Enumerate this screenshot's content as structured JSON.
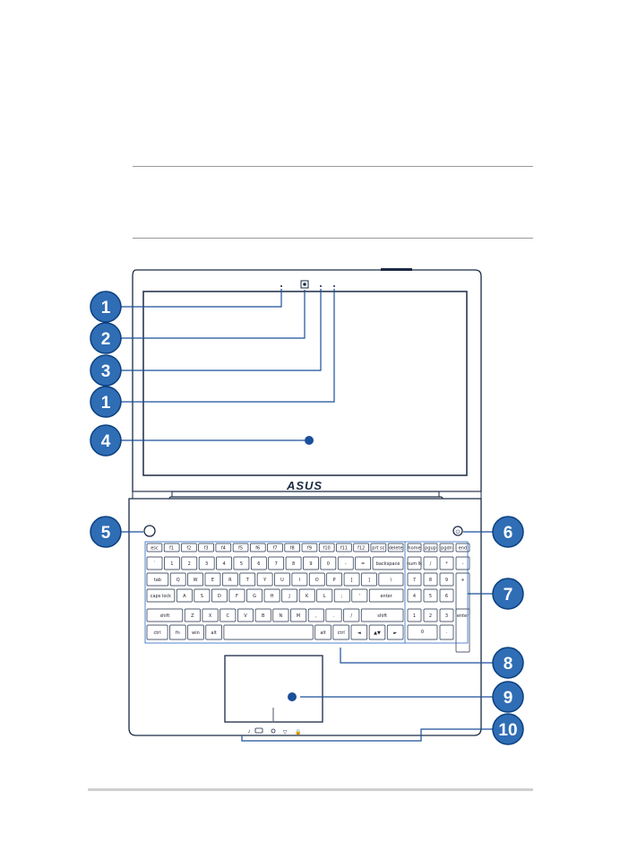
{
  "brand": {
    "logo_text": "ASUS"
  },
  "colors": {
    "callout_fill": "#2f6db5",
    "callout_stroke": "#0b3f7e",
    "leader": "#1a4f9a",
    "outline": "#1b2a44",
    "key_outline": "#2866c0"
  },
  "callouts": [
    {
      "label": "1",
      "target": "microphone-left"
    },
    {
      "label": "2",
      "target": "webcam"
    },
    {
      "label": "3",
      "target": "camera-indicator"
    },
    {
      "label": "1",
      "target": "microphone-right"
    },
    {
      "label": "4",
      "target": "display-panel"
    },
    {
      "label": "5",
      "target": "fingerprint-or-button-left"
    },
    {
      "label": "6",
      "target": "power-button"
    },
    {
      "label": "7",
      "target": "numeric-keypad"
    },
    {
      "label": "8",
      "target": "keyboard"
    },
    {
      "label": "9",
      "target": "touchpad"
    },
    {
      "label": "10",
      "target": "status-indicators"
    }
  ],
  "keyboard": {
    "row1": [
      "esc",
      "f1",
      "f2",
      "f3",
      "f4",
      "f5",
      "f6",
      "f7",
      "f8",
      "f9",
      "f10",
      "f11",
      "f12",
      "prt sc",
      "delete"
    ],
    "row2": [
      "`",
      "1",
      "2",
      "3",
      "4",
      "5",
      "6",
      "7",
      "8",
      "9",
      "0",
      "-",
      "=",
      "backspace"
    ],
    "row3": [
      "tab",
      "Q",
      "W",
      "E",
      "R",
      "T",
      "Y",
      "U",
      "I",
      "O",
      "P",
      "[",
      "]",
      "\\"
    ],
    "row4": [
      "caps lock",
      "A",
      "S",
      "D",
      "F",
      "G",
      "H",
      "J",
      "K",
      "L",
      ";",
      "'",
      "enter"
    ],
    "row5": [
      "shift",
      "Z",
      "X",
      "C",
      "V",
      "B",
      "N",
      "M",
      ",",
      ".",
      "/",
      "shift"
    ],
    "row6": [
      "ctrl",
      "fn",
      "win",
      "alt",
      "",
      "alt",
      "ctrl",
      "◄",
      "▲▼",
      "►"
    ]
  },
  "numpad": {
    "row1": [
      "home",
      "pgup",
      "pgdn",
      "end"
    ],
    "row2": [
      "num lk",
      "/",
      "*",
      "-"
    ],
    "row3": [
      "7",
      "8",
      "9",
      "+"
    ],
    "row4": [
      "4",
      "5",
      "6"
    ],
    "row5": [
      "1",
      "2",
      "3",
      "enter"
    ],
    "row6": [
      "0",
      "."
    ]
  }
}
